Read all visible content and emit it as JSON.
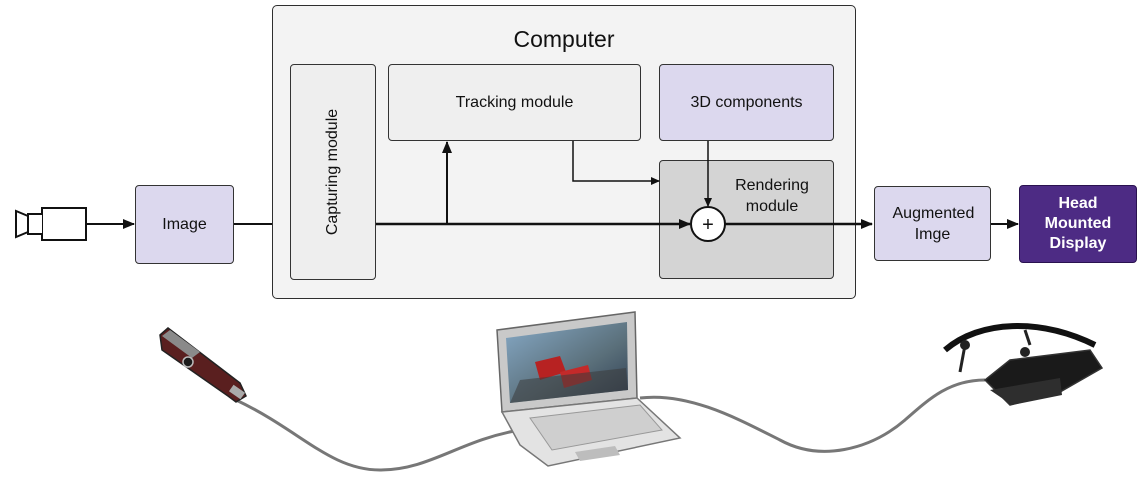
{
  "computer": {
    "title": "Computer"
  },
  "modules": {
    "capturing": "Capturing module",
    "tracking": "Tracking module",
    "components3d": "3D components",
    "rendering": "Rendering module"
  },
  "io": {
    "image": "Image",
    "augmented": "Augmented Imge",
    "hmd": "Head Mounted Display"
  },
  "operators": {
    "combine": "+"
  },
  "colors": {
    "box_lavender": "#dcd8ee",
    "box_light_gray": "#efefef",
    "box_mid_gray": "#d4d4d4",
    "hmd_purple": "#4d2b84",
    "line": "#111111"
  },
  "icons": [
    "video-camera-icon",
    "usb-webcam-illustration",
    "laptop-illustration",
    "video-glasses-illustration"
  ]
}
